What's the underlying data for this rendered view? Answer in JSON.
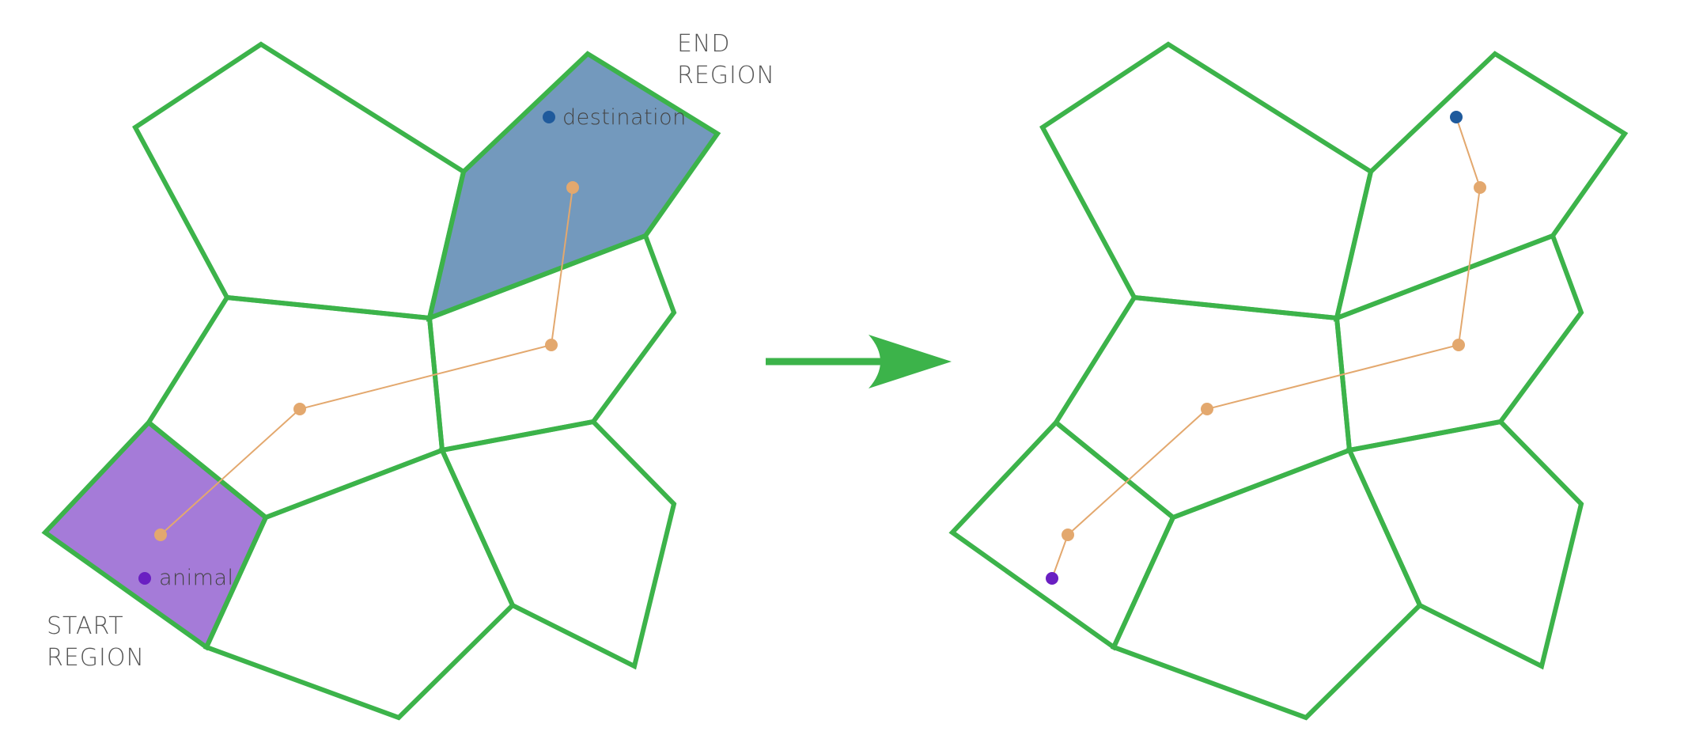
{
  "labels": {
    "end_region_line1": "END",
    "end_region_line2": "REGION",
    "start_region_line1": "START",
    "start_region_line2": "REGION",
    "destination": "destination",
    "animal": "animal"
  },
  "colors": {
    "region_border": "#3cb34a",
    "start_region_fill": "#a57bd8",
    "end_region_fill": "#7399bd",
    "path": "#e3a86e",
    "animal_point": "#6a1fc2",
    "destination_point": "#1f5a9c",
    "arrow": "#3cb34a",
    "text": "#555555"
  },
  "panels": [
    {
      "name": "before",
      "description_shown": "highlighted start and end regions with path through region centers"
    },
    {
      "name": "after",
      "description_shown": "path from animal to destination through region centers"
    }
  ]
}
